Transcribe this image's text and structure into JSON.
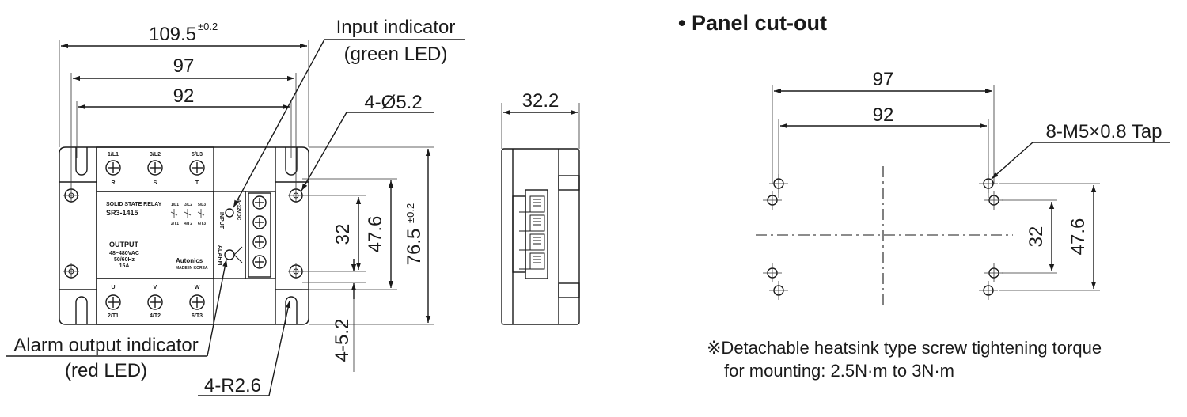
{
  "side_view": {
    "dims": {
      "width_total": "109.5",
      "width_total_tol": "±0.2",
      "width_97": "97",
      "width_92": "92",
      "height_32": "32",
      "height_47_6": "47.6",
      "height_total": "76.5",
      "height_total_tol": "±0.2",
      "slot_4_5_2": "4-5.2",
      "holes": "4-Ø5.2",
      "radius": "4-R2.6",
      "depth": "32.2"
    },
    "callouts": {
      "input_indicator_line1": "Input indicator",
      "input_indicator_line2": "(green LED)",
      "alarm_indicator_line1": "Alarm output  indicator",
      "alarm_indicator_line2": "(red LED)"
    },
    "device": {
      "terminals_top": [
        "1/L1",
        "3/L2",
        "5/L3"
      ],
      "terminals_top_sub": [
        "R",
        "S",
        "T"
      ],
      "terminals_bottom": [
        "U",
        "V",
        "W"
      ],
      "terminals_bottom_sub": [
        "2/T1",
        "4/T2",
        "6/T3"
      ],
      "label_title": "SOLID STATE RELAY",
      "model": "SR3-1415",
      "output_label": "OUTPUT",
      "output_spec": [
        "48~480VAC",
        "50/60Hz",
        "15A"
      ],
      "brand": "Autonics",
      "brand_sub": "MADE IN KOREA",
      "input_label": "INPUT",
      "input_spec": "4~32VDC",
      "alarm_label": "ALARM",
      "schematic_top": [
        "1/L1",
        "3/L2",
        "5/L3"
      ],
      "schematic_bottom": [
        "2/T1",
        "4/T2",
        "6/T3"
      ]
    }
  },
  "panel_cutout": {
    "title": "• Panel cut-out",
    "dims": {
      "width_97": "97",
      "width_92": "92",
      "tap": "8-M5×0.8 Tap",
      "height_32": "32",
      "height_47_6": "47.6"
    },
    "note_line1": "※Detachable heatsink type screw tightening torque",
    "note_line2": "for mounting: 2.5N·m to 3N·m"
  }
}
